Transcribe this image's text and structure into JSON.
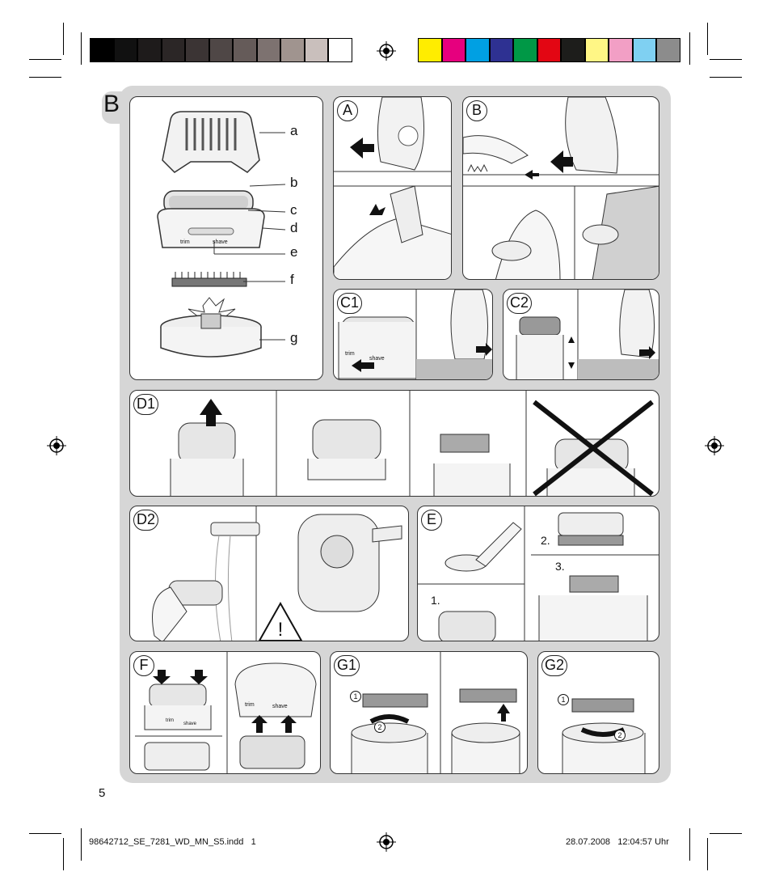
{
  "section_letter": "B",
  "panels": {
    "a": "A",
    "b": "B",
    "c1": "C1",
    "c2": "C2",
    "d1": "D1",
    "d2": "D2",
    "e": "E",
    "f": "F",
    "g1": "G1",
    "g2": "G2"
  },
  "part_labels": [
    "a",
    "b",
    "c",
    "d",
    "e",
    "f",
    "g"
  ],
  "device_labels": {
    "trim": "trim",
    "shave": "shave"
  },
  "steps": {
    "one": "1.",
    "two": "2.",
    "three": "3."
  },
  "rotation_markers": {
    "first": "1",
    "second": "2"
  },
  "page_number": "5",
  "footer": {
    "file": "98642712_SE_7281_WD_MN_S5.indd   1",
    "timestamp": "28.07.2008   12:04:57 Uhr"
  },
  "colors": {
    "grays": [
      "#000000",
      "#111111",
      "#1e1b1b",
      "#2b2626",
      "#3b3434",
      "#4f4746",
      "#655b59",
      "#7d7270",
      "#a0948f",
      "#c9bfbc",
      "#ffffff"
    ],
    "process": [
      "#ffed00",
      "#e6007e",
      "#00a0e3",
      "#2e3192",
      "#009846",
      "#e30613",
      "#1d1d1b",
      "#fff685",
      "#f29fc5",
      "#7fd0f2",
      "#8c8c8c"
    ]
  }
}
